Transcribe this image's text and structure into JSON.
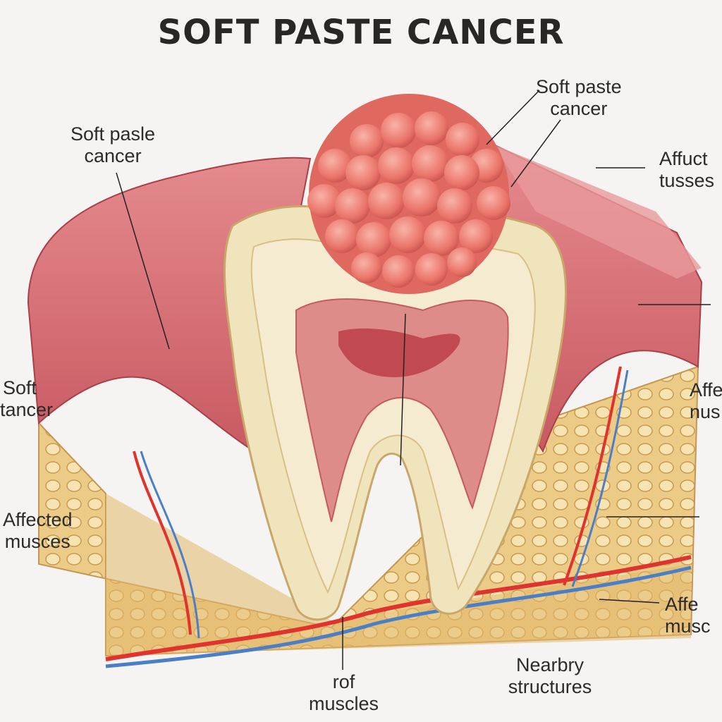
{
  "title": "SOFT PASTE CANCER",
  "labels": {
    "top_center": [
      "Soft paste",
      "cancer"
    ],
    "upper_left": [
      "Soft pasle",
      "cancer"
    ],
    "upper_right": [
      "Affuct",
      "tusses"
    ],
    "mid_left": [
      "Soft",
      "tancer"
    ],
    "mid_right": [
      "Affe",
      "nus"
    ],
    "lower_left": [
      "Affected",
      "musces"
    ],
    "lower_right": [
      "Affe",
      "musc"
    ],
    "bottom_center": [
      "rof",
      "muscles"
    ],
    "bottom_right": [
      "Nearbry",
      "structures"
    ]
  },
  "colors": {
    "gum": "#d9747a",
    "gum_dark": "#b8454f",
    "bone": "#e8c47a",
    "enamel": "#f0e4bd",
    "pulp": "#de8c8a",
    "tumor": "#ee7f78",
    "artery": "#e0332e",
    "vein": "#4a7fc8"
  }
}
